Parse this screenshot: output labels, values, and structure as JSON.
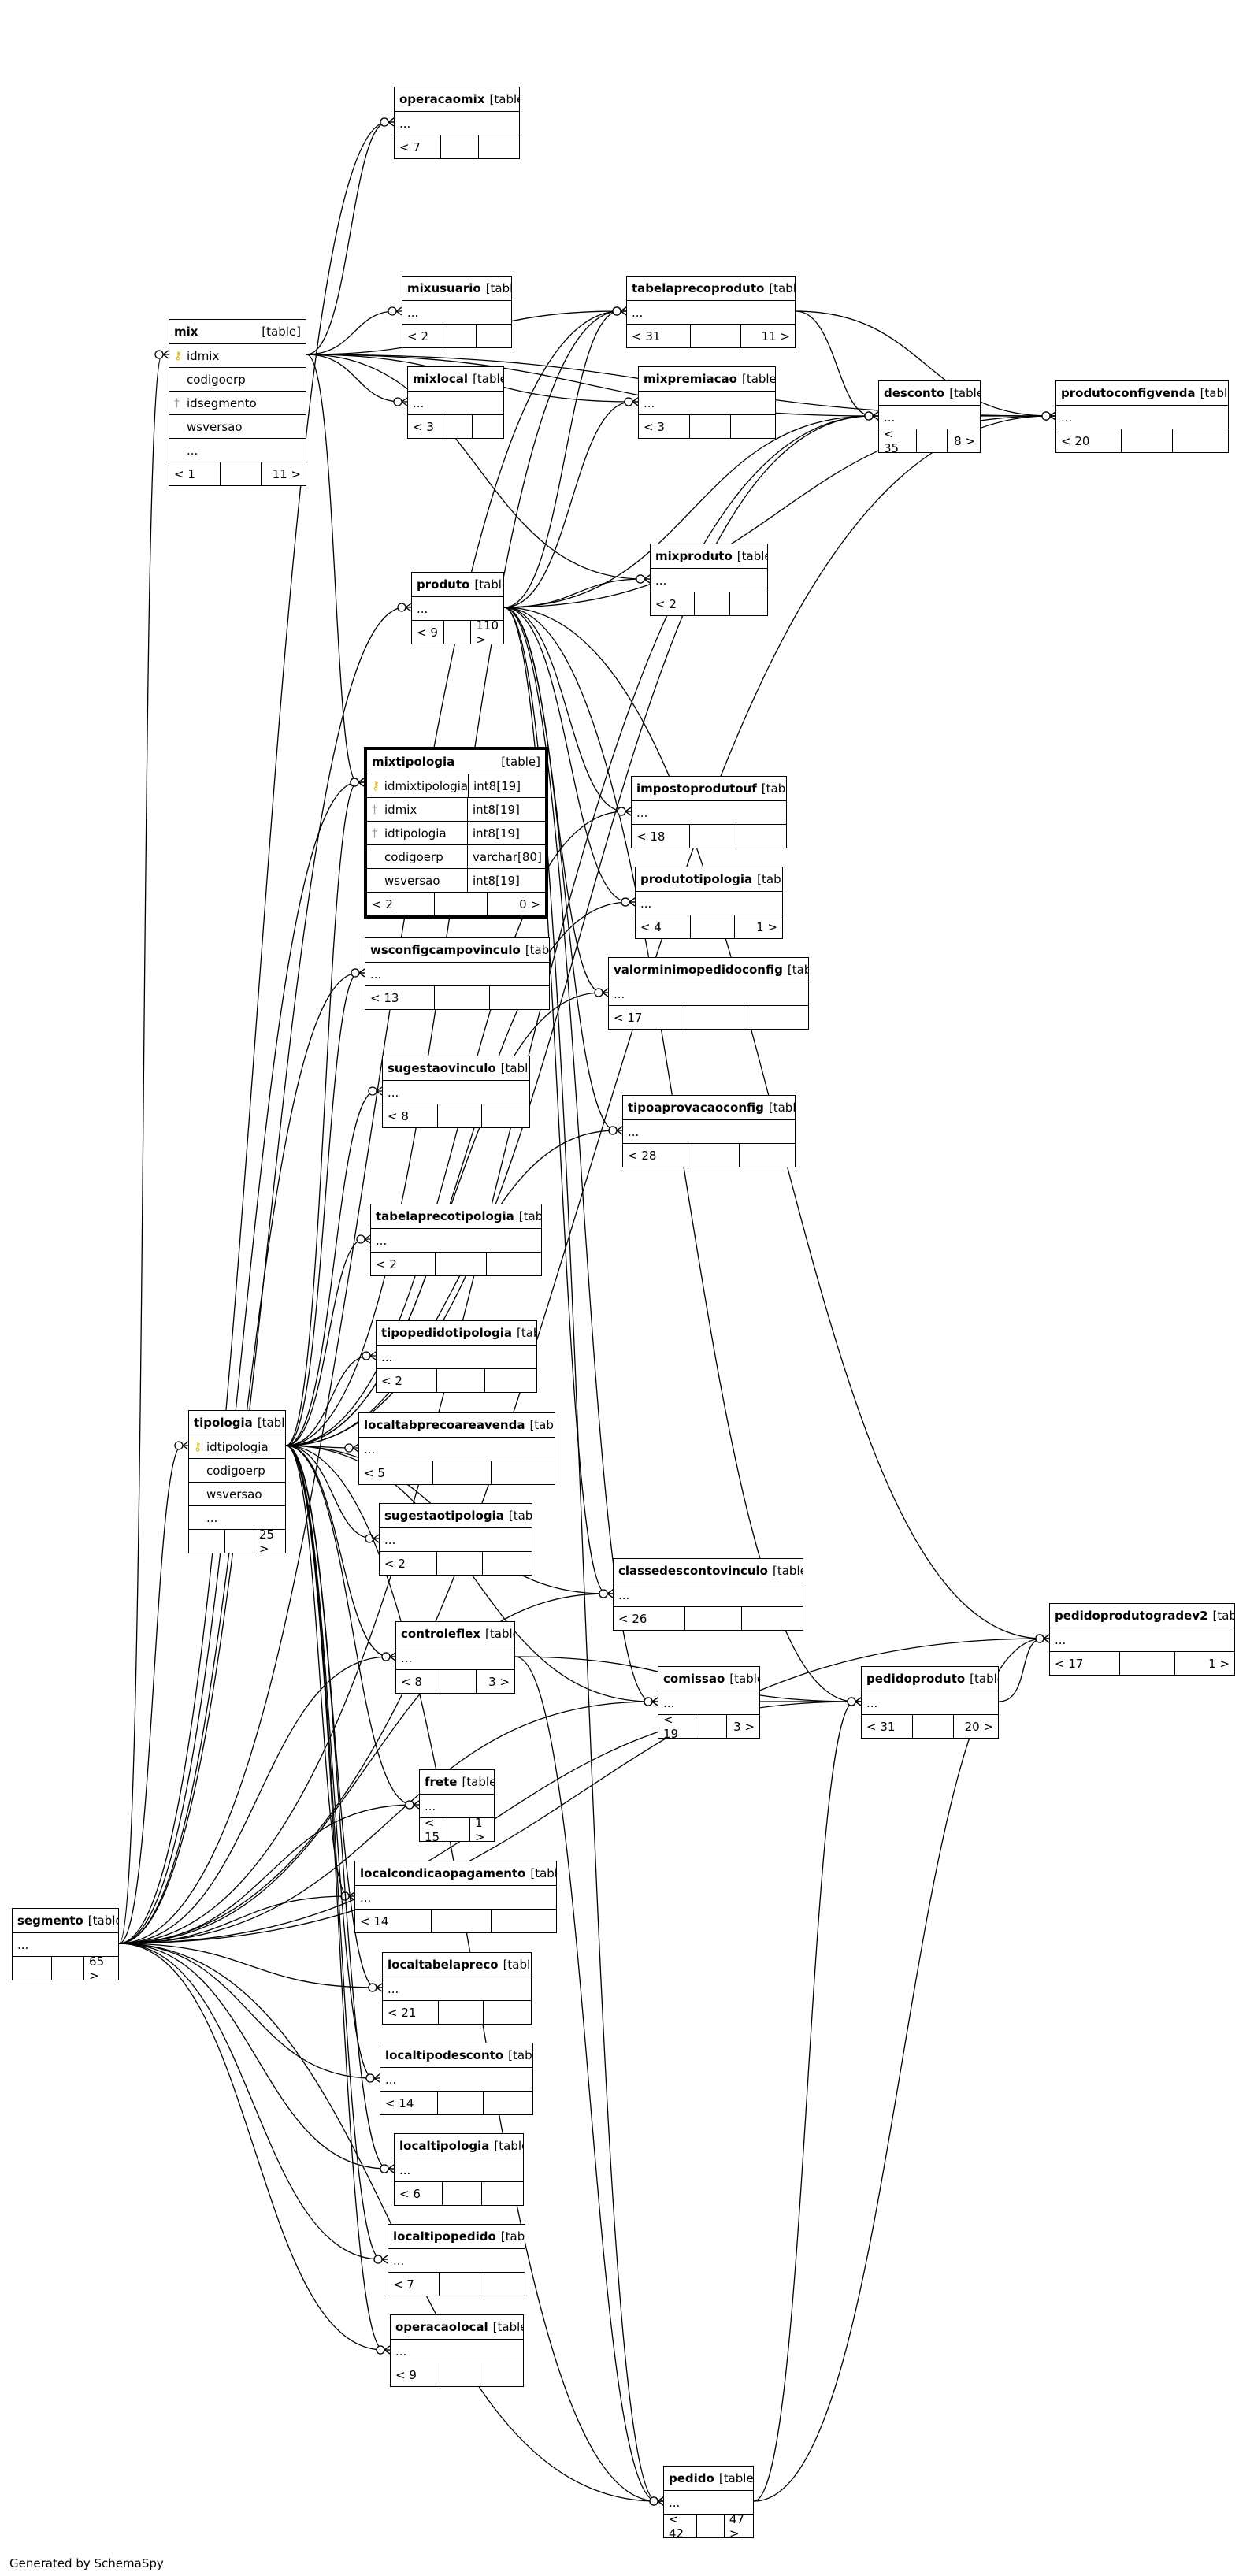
{
  "diagram": {
    "generated_by": "Generated by SchemaSpy",
    "kind_label": "[table]",
    "tables": [
      {
        "id": "operacaomix",
        "name": "operacaomix",
        "rows": "< 7",
        "children": ""
      },
      {
        "id": "mixusuario",
        "name": "mixusuario",
        "rows": "< 2",
        "children": ""
      },
      {
        "id": "mixlocal",
        "name": "mixlocal",
        "rows": "< 3",
        "children": ""
      },
      {
        "id": "mix",
        "name": "mix",
        "rows": "< 1",
        "children": "11 >",
        "columns": [
          {
            "name": "idmix",
            "key": "pk"
          },
          {
            "name": "codigoerp",
            "key": ""
          },
          {
            "name": "idsegmento",
            "key": "fk"
          },
          {
            "name": "wsversao",
            "key": ""
          },
          {
            "name": "...",
            "key": ""
          }
        ]
      },
      {
        "id": "tabelaprecoproduto",
        "name": "tabelaprecoproduto",
        "rows": "< 31",
        "children": "11 >"
      },
      {
        "id": "mixpremiacao",
        "name": "mixpremiacao",
        "rows": "< 3",
        "children": ""
      },
      {
        "id": "desconto",
        "name": "desconto",
        "rows": "< 35",
        "children": "8 >"
      },
      {
        "id": "produtoconfigvenda",
        "name": "produtoconfigvenda",
        "rows": "< 20",
        "children": ""
      },
      {
        "id": "mixproduto",
        "name": "mixproduto",
        "rows": "< 2",
        "children": ""
      },
      {
        "id": "produto",
        "name": "produto",
        "rows": "< 9",
        "children": "110 >"
      },
      {
        "id": "mixtipologia",
        "name": "mixtipologia",
        "rows": "< 2",
        "children": "0 >",
        "columns": [
          {
            "name": "idmixtipologia",
            "key": "pk",
            "type": "int8[19]"
          },
          {
            "name": "idmix",
            "key": "fk",
            "type": "int8[19]"
          },
          {
            "name": "idtipologia",
            "key": "fk",
            "type": "int8[19]"
          },
          {
            "name": "codigoerp",
            "key": "",
            "type": "varchar[80]"
          },
          {
            "name": "wsversao",
            "key": "",
            "type": "int8[19]"
          }
        ]
      },
      {
        "id": "impostoprodutouf",
        "name": "impostoprodutouf",
        "rows": "< 18",
        "children": ""
      },
      {
        "id": "produtotipologia",
        "name": "produtotipologia",
        "rows": "< 4",
        "children": "1 >"
      },
      {
        "id": "valorminimopedidoconfig",
        "name": "valorminimopedidoconfig",
        "rows": "< 17",
        "children": ""
      },
      {
        "id": "wsconfigcampovinculo",
        "name": "wsconfigcampovinculo",
        "rows": "< 13",
        "children": ""
      },
      {
        "id": "sugestaovinculo",
        "name": "sugestaovinculo",
        "rows": "< 8",
        "children": ""
      },
      {
        "id": "tipoaprovacaoconfig",
        "name": "tipoaprovacaoconfig",
        "rows": "< 28",
        "children": ""
      },
      {
        "id": "tabelaprecotipologia",
        "name": "tabelaprecotipologia",
        "rows": "< 2",
        "children": ""
      },
      {
        "id": "tipopedidotipologia",
        "name": "tipopedidotipologia",
        "rows": "< 2",
        "children": ""
      },
      {
        "id": "localtabprecoareavenda",
        "name": "localtabprecoareavenda",
        "rows": "< 5",
        "children": ""
      },
      {
        "id": "tipologia",
        "name": "tipologia",
        "rows": "",
        "children": "25 >",
        "columns": [
          {
            "name": "idtipologia",
            "key": "pk"
          },
          {
            "name": "codigoerp",
            "key": ""
          },
          {
            "name": "wsversao",
            "key": ""
          },
          {
            "name": "...",
            "key": ""
          }
        ]
      },
      {
        "id": "sugestaotipologia",
        "name": "sugestaotipologia",
        "rows": "< 2",
        "children": ""
      },
      {
        "id": "classedescontovinculo",
        "name": "classedescontovinculo",
        "rows": "< 26",
        "children": ""
      },
      {
        "id": "pedidoprodutogradev2",
        "name": "pedidoprodutogradev2",
        "rows": "< 17",
        "children": "1 >"
      },
      {
        "id": "controleflex",
        "name": "controleflex",
        "rows": "< 8",
        "children": "3 >"
      },
      {
        "id": "comissao",
        "name": "comissao",
        "rows": "< 19",
        "children": "3 >"
      },
      {
        "id": "pedidoproduto",
        "name": "pedidoproduto",
        "rows": "< 31",
        "children": "20 >"
      },
      {
        "id": "frete",
        "name": "frete",
        "rows": "< 15",
        "children": "1 >"
      },
      {
        "id": "localcondicaopagamento",
        "name": "localcondicaopagamento",
        "rows": "< 14",
        "children": ""
      },
      {
        "id": "segmento",
        "name": "segmento",
        "rows": "",
        "children": "65 >"
      },
      {
        "id": "localtabelapreco",
        "name": "localtabelapreco",
        "rows": "< 21",
        "children": ""
      },
      {
        "id": "localtipodesconto",
        "name": "localtipodesconto",
        "rows": "< 14",
        "children": ""
      },
      {
        "id": "localtipologia",
        "name": "localtipologia",
        "rows": "< 6",
        "children": ""
      },
      {
        "id": "localtipopedido",
        "name": "localtipopedido",
        "rows": "< 7",
        "children": ""
      },
      {
        "id": "operacaolocal",
        "name": "operacaolocal",
        "rows": "< 9",
        "children": ""
      },
      {
        "id": "pedido",
        "name": "pedido",
        "rows": "< 42",
        "children": "47 >"
      }
    ],
    "edges": [
      [
        "segmento",
        "mix"
      ],
      [
        "segmento",
        "tipologia"
      ],
      [
        "segmento",
        "operacaomix"
      ],
      [
        "segmento",
        "tabelaprecoproduto"
      ],
      [
        "segmento",
        "desconto"
      ],
      [
        "segmento",
        "produtoconfigvenda"
      ],
      [
        "segmento",
        "produto"
      ],
      [
        "segmento",
        "mixtipologia"
      ],
      [
        "segmento",
        "wsconfigcampovinculo"
      ],
      [
        "segmento",
        "frete"
      ],
      [
        "segmento",
        "localcondicaopagamento"
      ],
      [
        "segmento",
        "localtabelapreco"
      ],
      [
        "segmento",
        "localtipodesconto"
      ],
      [
        "segmento",
        "localtipologia"
      ],
      [
        "segmento",
        "localtipopedido"
      ],
      [
        "segmento",
        "operacaolocal"
      ],
      [
        "segmento",
        "pedido"
      ],
      [
        "segmento",
        "pedidoproduto"
      ],
      [
        "segmento",
        "comissao"
      ],
      [
        "segmento",
        "classedescontovinculo"
      ],
      [
        "segmento",
        "pedidoprodutogradev2"
      ],
      [
        "segmento",
        "controleflex"
      ],
      [
        "mix",
        "operacaomix"
      ],
      [
        "mix",
        "mixusuario"
      ],
      [
        "mix",
        "mixlocal"
      ],
      [
        "mix",
        "mixpremiacao"
      ],
      [
        "mix",
        "tabelaprecoproduto"
      ],
      [
        "mix",
        "mixproduto"
      ],
      [
        "mix",
        "mixtipologia"
      ],
      [
        "mix",
        "desconto"
      ],
      [
        "mix",
        "produtoconfigvenda"
      ],
      [
        "produto",
        "mixproduto"
      ],
      [
        "produto",
        "tabelaprecoproduto"
      ],
      [
        "produto",
        "mixpremiacao"
      ],
      [
        "produto",
        "desconto"
      ],
      [
        "produto",
        "produtoconfigvenda"
      ],
      [
        "produto",
        "impostoprodutouf"
      ],
      [
        "produto",
        "produtotipologia"
      ],
      [
        "produto",
        "valorminimopedidoconfig"
      ],
      [
        "produto",
        "tipoaprovacaoconfig"
      ],
      [
        "produto",
        "classedescontovinculo"
      ],
      [
        "produto",
        "comissao"
      ],
      [
        "produto",
        "pedidoproduto"
      ],
      [
        "produto",
        "pedidoprodutogradev2"
      ],
      [
        "produto",
        "pedido"
      ],
      [
        "tipologia",
        "mixtipologia"
      ],
      [
        "tipologia",
        "sugestaovinculo"
      ],
      [
        "tipologia",
        "tabelaprecotipologia"
      ],
      [
        "tipologia",
        "tipopedidotipologia"
      ],
      [
        "tipologia",
        "localtabprecoareavenda"
      ],
      [
        "tipologia",
        "sugestaotipologia"
      ],
      [
        "tipologia",
        "controleflex"
      ],
      [
        "tipologia",
        "produtotipologia"
      ],
      [
        "tipologia",
        "valorminimopedidoconfig"
      ],
      [
        "tipologia",
        "tipoaprovacaoconfig"
      ],
      [
        "tipologia",
        "impostoprodutouf"
      ],
      [
        "tipologia",
        "wsconfigcampovinculo"
      ],
      [
        "tipologia",
        "classedescontovinculo"
      ],
      [
        "tipologia",
        "comissao"
      ],
      [
        "tipologia",
        "frete"
      ],
      [
        "tipologia",
        "tabelaprecoproduto"
      ],
      [
        "tipologia",
        "desconto"
      ],
      [
        "tipologia",
        "localcondicaopagamento"
      ],
      [
        "tipologia",
        "localtabelapreco"
      ],
      [
        "tipologia",
        "localtipodesconto"
      ],
      [
        "tipologia",
        "localtipologia"
      ],
      [
        "tipologia",
        "localtipopedido"
      ],
      [
        "tipologia",
        "operacaolocal"
      ],
      [
        "tipologia",
        "pedido"
      ],
      [
        "tabelaprecoproduto",
        "desconto"
      ],
      [
        "tabelaprecoproduto",
        "produtoconfigvenda"
      ],
      [
        "desconto",
        "produtoconfigvenda"
      ],
      [
        "controleflex",
        "pedido"
      ],
      [
        "comissao",
        "pedidoproduto"
      ],
      [
        "pedidoproduto",
        "pedidoprodutogradev2"
      ],
      [
        "pedido",
        "pedidoproduto"
      ],
      [
        "pedido",
        "pedidoprodutogradev2"
      ],
      [
        "controleflex",
        "pedidoproduto"
      ]
    ]
  }
}
